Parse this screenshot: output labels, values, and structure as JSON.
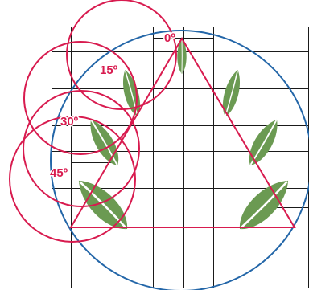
{
  "colors": {
    "grid": "#1a1a1a",
    "triangle": "#d81b4f",
    "small_circles": "#d81b4f",
    "big_circle": "#2366a8",
    "leaf": "#6b9a52",
    "leaf_vein": "#ffffff",
    "label": "#d81b4f",
    "label_halo": "#ffffff",
    "background": "#ffffff"
  },
  "labels": {
    "angle_0": "0º",
    "angle_15": "15º",
    "angle_30": "30º",
    "angle_45": "45º"
  }
}
